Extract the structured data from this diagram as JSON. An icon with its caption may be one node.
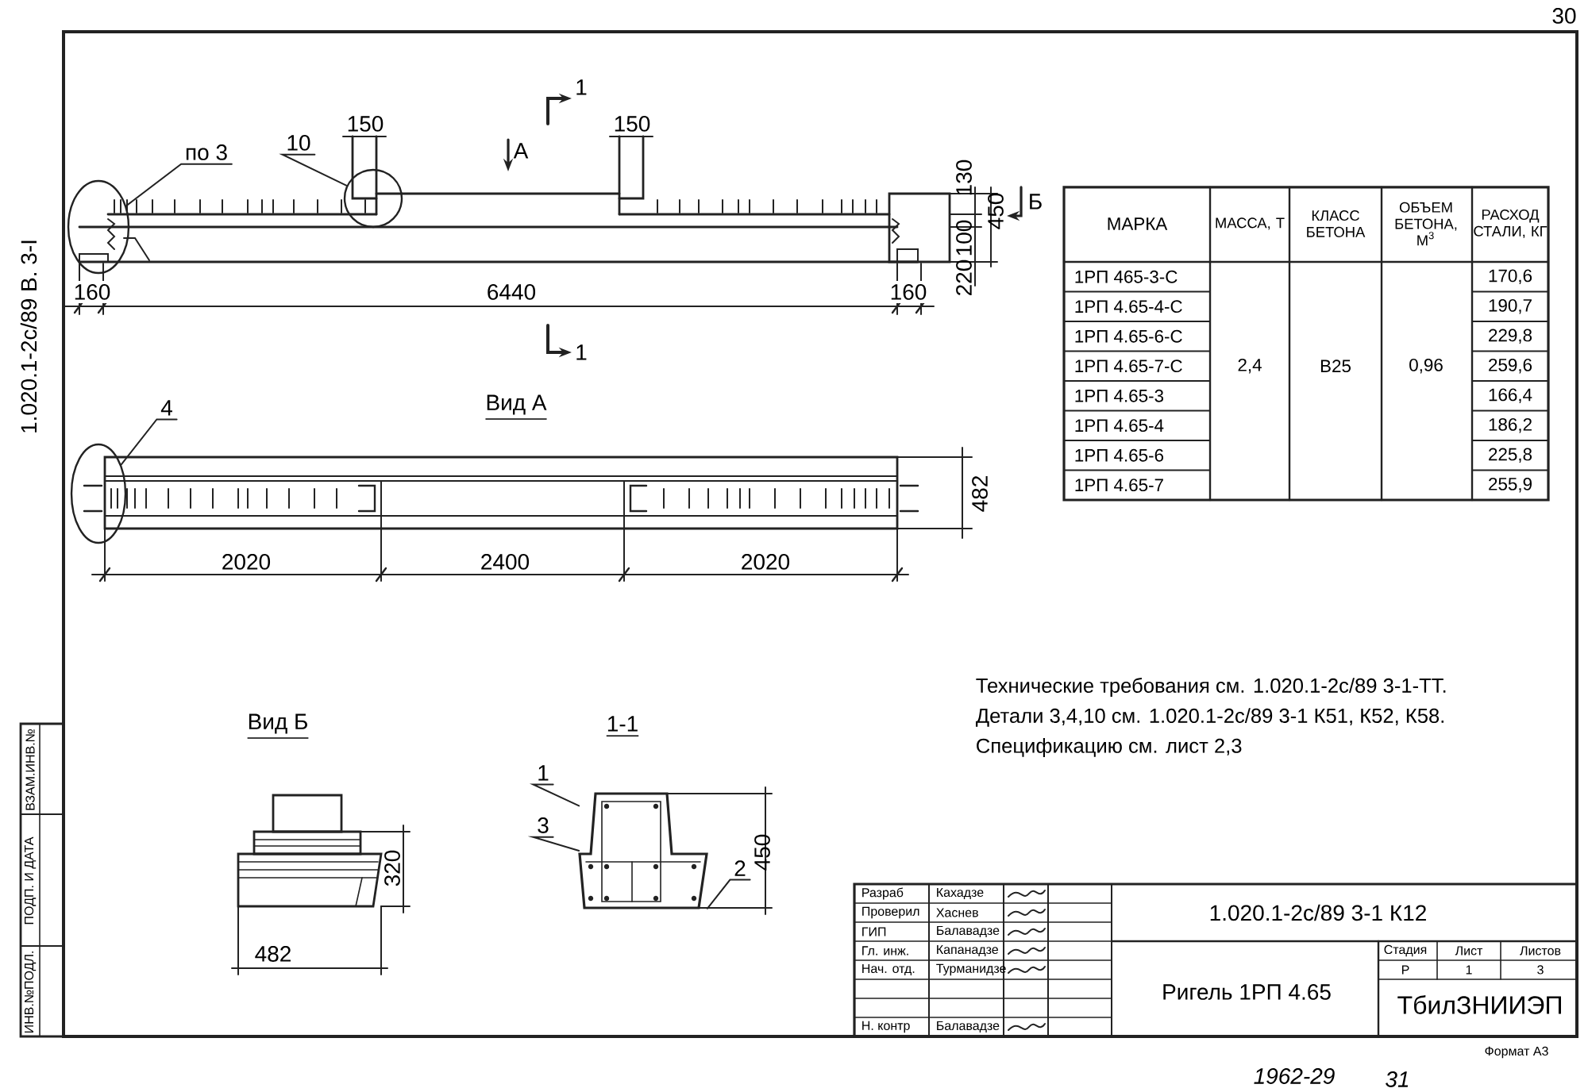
{
  "diagram": {
    "nodes": [
      {
        "text": [
          "по 3"
        ]
      },
      {
        "text": [],
        "shape": "circle"
      },
      {
        "text": [
          "10"
        ]
      },
      {
        "text": [],
        "shape": "circle"
      },
      {
        "text": [
          "4"
        ]
      },
      {
        "text": [],
        "shape": "circle"
      },
      {
        "text": [
          "1"
        ]
      },
      {
        "text": [
          "3"
        ]
      },
      {
        "text": [
          "2"
        ]
      },
      {
        "text": [],
        "shape": "picture"
      }
    ],
    "edges": [
      {
        "from": 0,
        "to": 1,
        "arrow": "none"
      },
      {
        "from": 2,
        "to": 3,
        "arrow": "none"
      },
      {
        "from": 4,
        "to": 5,
        "arrow": "none"
      },
      {
        "from": 6,
        "to": 9,
        "arrow": "none"
      },
      {
        "from": 7,
        "to": 9,
        "arrow": "none"
      },
      {
        "from": 8,
        "to": 9,
        "arrow": "none"
      }
    ],
    "labels": [
      "30",
      "1.020.1-2с/89 В. 3-I",
      "1",
      "А",
      "150",
      "150",
      "130",
      "450",
      "Б",
      "100",
      "220",
      "160",
      "6440",
      "160",
      "1",
      "Вид А",
      "482",
      "2020",
      "2400",
      "2020",
      "МАРКА",
      "МАССА, Т",
      "КЛАСС БЕТОНА",
      "ОБЪЕМ БЕТОНА, М$^{3}$",
      "РАСХОД СТАЛИ, КГ",
      "1РП 465-3-С",
      "170,6",
      "1РП 4.65-4-С",
      "190,7",
      "1РП 4.65-6-С",
      "229,8",
      "1РП 4.65-7-С",
      "2,4",
      "В25",
      "0,96",
      "259,6",
      "1РП 4.65-3",
      "166,4",
      "1РП 4.65-4",
      "186,2",
      "1РП 4.65-6",
      "225,8",
      "1РП 4.65-7",
      "255,9",
      "Технические требования см. 1.020.1-2с/89 3-1-ТТ.",
      "Детали 3,4,10 см. 1.020.1-2с/89 3-1 К51, К52, К58.",
      "Спецификацию см. лист 2,3",
      "Вид Б",
      "1-1",
      "320",
      "482",
      "450",
      "ВЗАМ.ИНВ.№",
      "ПОДП. И ДАТА",
      "ИНВ.№ПОДЛ.",
      "Разраб",
      "Кахадзе",
      "Проверил",
      "Хаснев",
      "ГИП",
      "Балавадзе",
      "Гл. инж.",
      "Капанадзе",
      "Нач. отд.",
      "Турманидзе",
      "Н. контр",
      "Балавадзе",
      "1.020.1-2с/89 3-1 К12",
      "Ригель 1РП 4.65",
      "Стадия",
      "Лист",
      "Листов",
      "Р",
      "1",
      "3",
      "ТбилЗНИИЭП",
      "Формат А3",
      "1962-29",
      "31"
    ]
  }
}
